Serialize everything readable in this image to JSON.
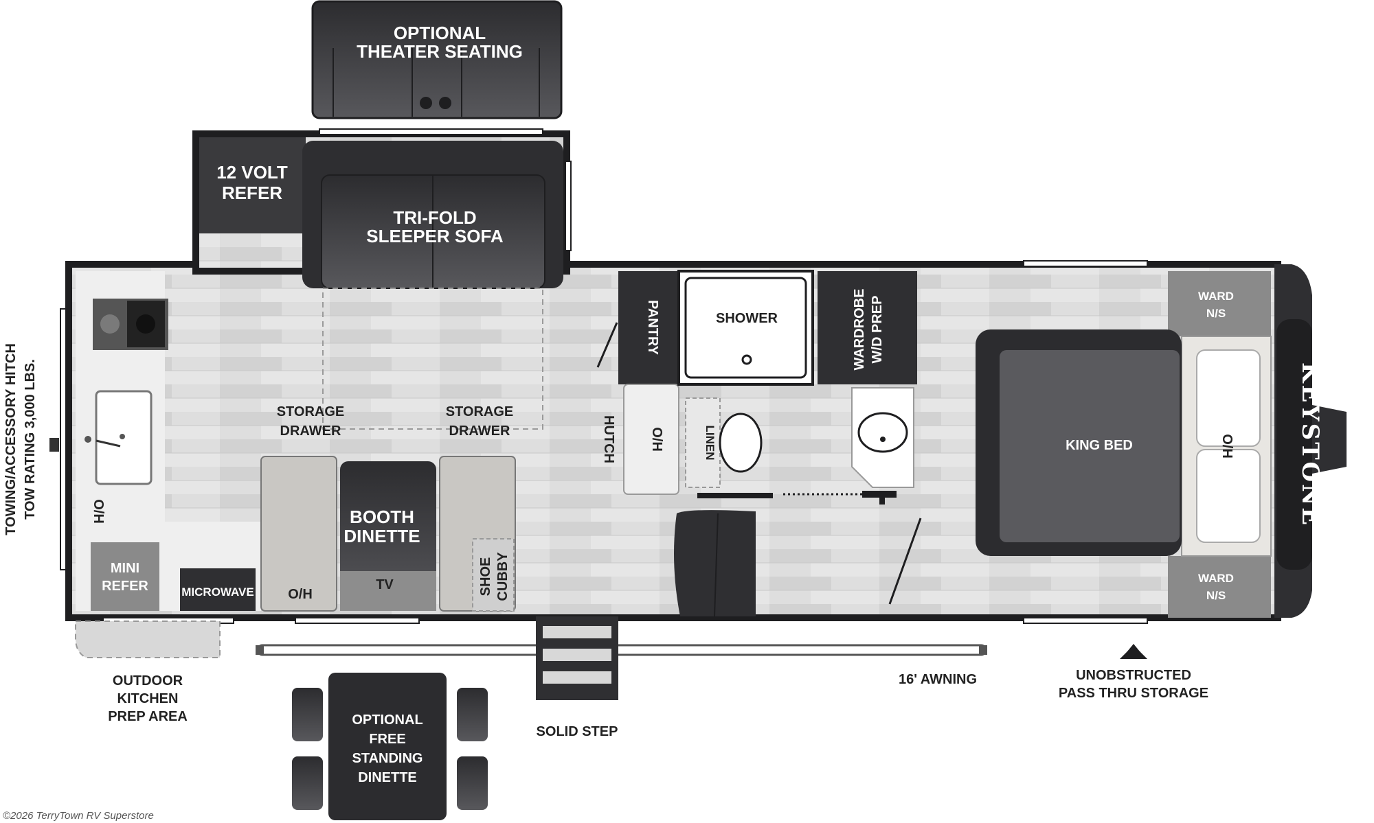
{
  "labels": {
    "theater_seating": [
      "OPTIONAL",
      "THEATER SEATING"
    ],
    "refer_12v": [
      "12 VOLT",
      "REFER"
    ],
    "sleeper_sofa": [
      "TRI-FOLD",
      "SLEEPER SOFA"
    ],
    "towing": [
      "TOWING/ACCESSORY HITCH",
      "TOW RATING 3,000 LBS."
    ],
    "storage_drawer_left": [
      "STORAGE",
      "DRAWER"
    ],
    "storage_drawer_right": [
      "STORAGE",
      "DRAWER"
    ],
    "booth_dinette": [
      "BOOTH",
      "DINETTE"
    ],
    "tv": "TV",
    "oh_kitchen": "O/H",
    "oh_dinette": "O/H",
    "oh_hutch": "O/H",
    "oh_bed": "O/H",
    "mini_refer": [
      "MINI",
      "REFER"
    ],
    "microwave": "MICROWAVE",
    "shoe_cubby": [
      "SHOE",
      "CUBBY"
    ],
    "pantry": "PANTRY",
    "hutch": "HUTCH",
    "shower": "SHOWER",
    "linen": "LINEN",
    "wardrobe": [
      "WARDROBE",
      "W/D PREP"
    ],
    "king_bed": "KING BED",
    "ward_top": [
      "WARD",
      "N/S"
    ],
    "ward_bottom": [
      "WARD",
      "N/S"
    ],
    "brand": "KEYSTONE",
    "outdoor_kitchen": [
      "OUTDOOR",
      "KITCHEN",
      "PREP AREA"
    ],
    "free_dinette": [
      "OPTIONAL",
      "FREE",
      "STANDING",
      "DINETTE"
    ],
    "solid_step": "SOLID STEP",
    "awning": "16' AWNING",
    "pass_thru": [
      "UNOBSTRUCTED",
      "PASS THRU STORAGE"
    ],
    "watermark": "©2026 TerryTown RV Superstore"
  },
  "colors": {
    "dark_fixture": "#3a3a3d",
    "outline": "#1e1e20",
    "floor": "#dcdcdc",
    "floor_alt": "#cfcfcf",
    "counter": "#efefef",
    "mid_gray": "#8a8a8a"
  }
}
